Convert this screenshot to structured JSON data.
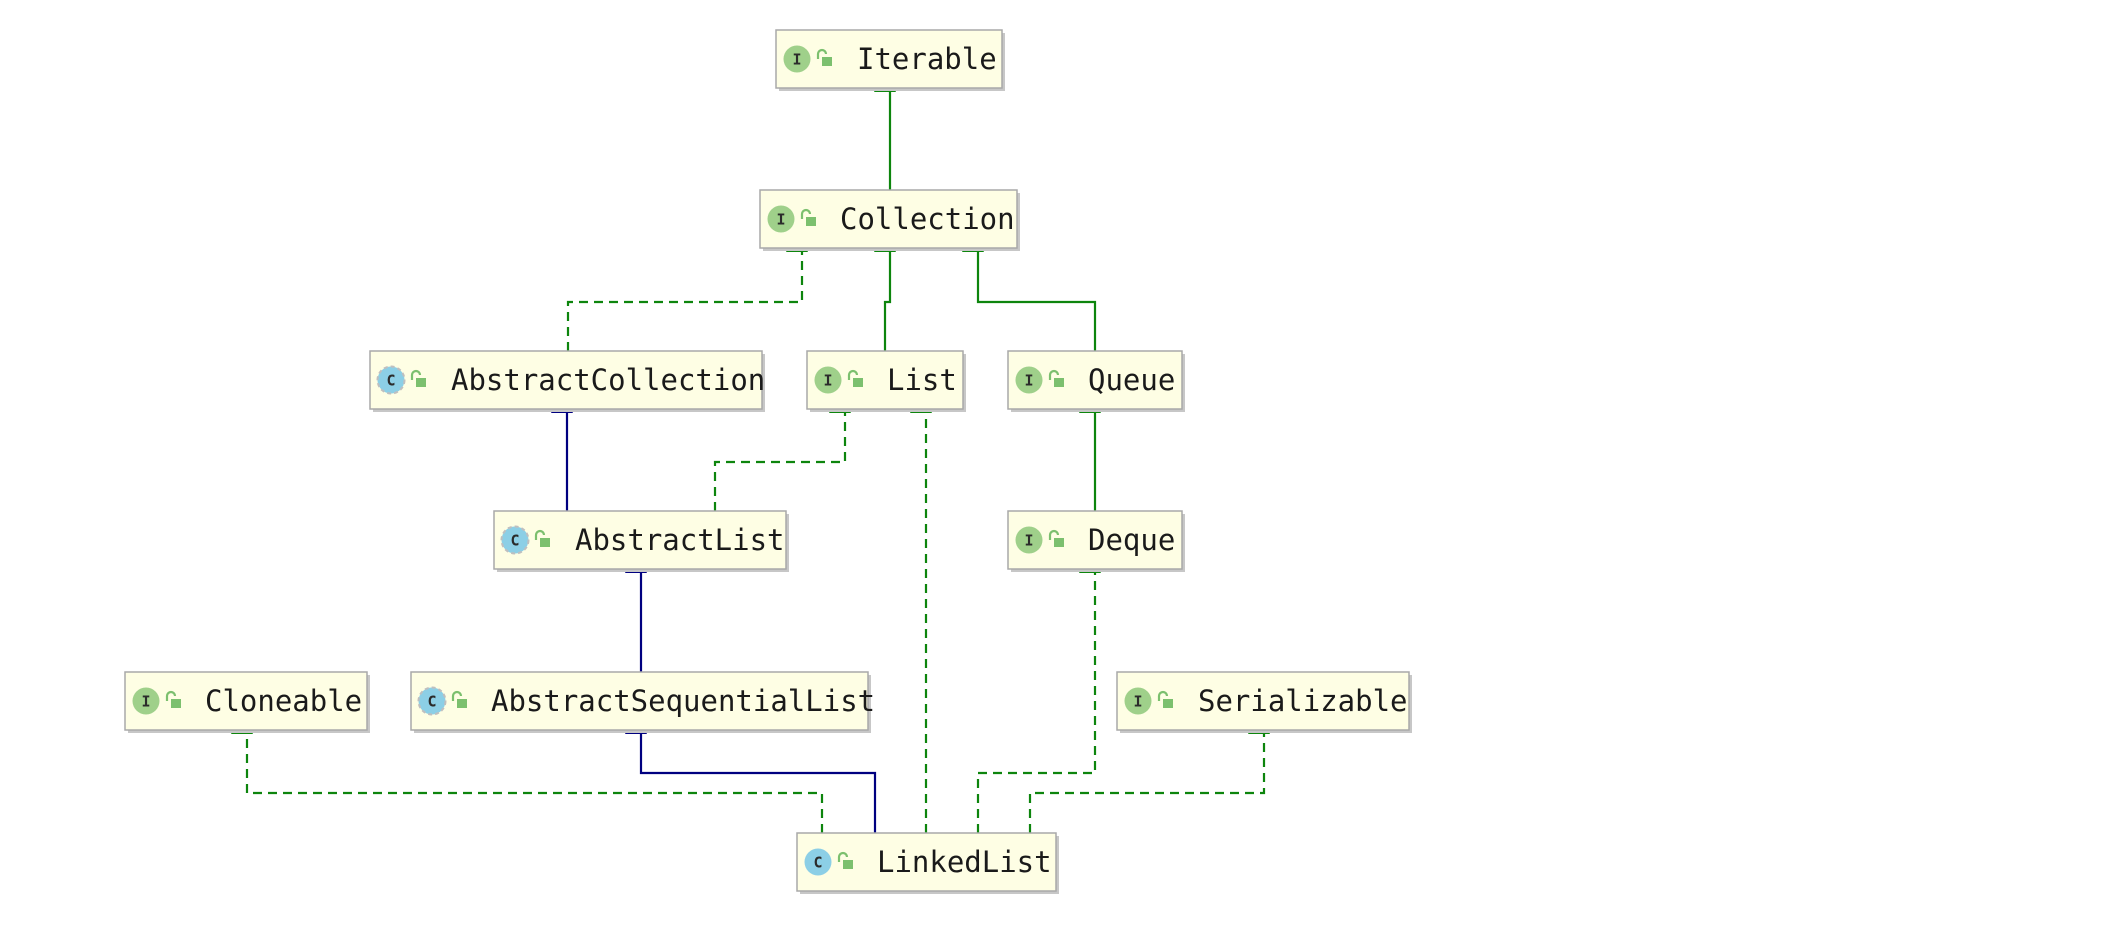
{
  "diagram": {
    "colors": {
      "interface_edge": "#0d850d",
      "class_edge": "#000080",
      "node_fill": "#fefee4",
      "interface_badge": "#9fd08a",
      "class_badge": "#8ccfe6",
      "abstract_class_badge": "#8ccfe6"
    },
    "nodes": [
      {
        "id": "iterable",
        "label": "Iterable",
        "kind": "interface",
        "badge": "I",
        "icon": "unlocked-lock-icon"
      },
      {
        "id": "collection",
        "label": "Collection",
        "kind": "interface",
        "badge": "I",
        "icon": "unlocked-lock-icon"
      },
      {
        "id": "abstractcollection",
        "label": "AbstractCollection",
        "kind": "abstract-class",
        "badge": "C",
        "icon": "unlocked-lock-icon"
      },
      {
        "id": "list",
        "label": "List",
        "kind": "interface",
        "badge": "I",
        "icon": "unlocked-lock-icon"
      },
      {
        "id": "queue",
        "label": "Queue",
        "kind": "interface",
        "badge": "I",
        "icon": "unlocked-lock-icon"
      },
      {
        "id": "abstractlist",
        "label": "AbstractList",
        "kind": "abstract-class",
        "badge": "C",
        "icon": "unlocked-lock-icon"
      },
      {
        "id": "deque",
        "label": "Deque",
        "kind": "interface",
        "badge": "I",
        "icon": "unlocked-lock-icon"
      },
      {
        "id": "cloneable",
        "label": "Cloneable",
        "kind": "interface",
        "badge": "I",
        "icon": "unlocked-lock-icon"
      },
      {
        "id": "abstractsequentiallist",
        "label": "AbstractSequentialList",
        "kind": "abstract-class",
        "badge": "C",
        "icon": "unlocked-lock-icon"
      },
      {
        "id": "serializable",
        "label": "Serializable",
        "kind": "interface",
        "badge": "I",
        "icon": "unlocked-lock-icon"
      },
      {
        "id": "linkedlist",
        "label": "LinkedList",
        "kind": "class",
        "badge": "C",
        "icon": "unlocked-lock-icon"
      }
    ],
    "edges": [
      {
        "from": "collection",
        "to": "iterable",
        "relation": "extends",
        "style": "solid",
        "color": "green"
      },
      {
        "from": "abstractcollection",
        "to": "collection",
        "relation": "implements",
        "style": "dashed",
        "color": "green"
      },
      {
        "from": "list",
        "to": "collection",
        "relation": "extends",
        "style": "solid",
        "color": "green"
      },
      {
        "from": "queue",
        "to": "collection",
        "relation": "extends",
        "style": "solid",
        "color": "green"
      },
      {
        "from": "abstractlist",
        "to": "abstractcollection",
        "relation": "extends",
        "style": "solid",
        "color": "blue"
      },
      {
        "from": "abstractlist",
        "to": "list",
        "relation": "implements",
        "style": "dashed",
        "color": "green"
      },
      {
        "from": "linkedlist",
        "to": "list",
        "relation": "implements",
        "style": "dashed",
        "color": "green"
      },
      {
        "from": "deque",
        "to": "queue",
        "relation": "extends",
        "style": "solid",
        "color": "green"
      },
      {
        "from": "abstractsequentiallist",
        "to": "abstractlist",
        "relation": "extends",
        "style": "solid",
        "color": "blue"
      },
      {
        "from": "linkedlist",
        "to": "abstractsequentiallist",
        "relation": "extends",
        "style": "solid",
        "color": "blue"
      },
      {
        "from": "linkedlist",
        "to": "cloneable",
        "relation": "implements",
        "style": "dashed",
        "color": "green"
      },
      {
        "from": "linkedlist",
        "to": "deque",
        "relation": "implements",
        "style": "dashed",
        "color": "green"
      },
      {
        "from": "linkedlist",
        "to": "serializable",
        "relation": "implements",
        "style": "dashed",
        "color": "green"
      }
    ]
  }
}
